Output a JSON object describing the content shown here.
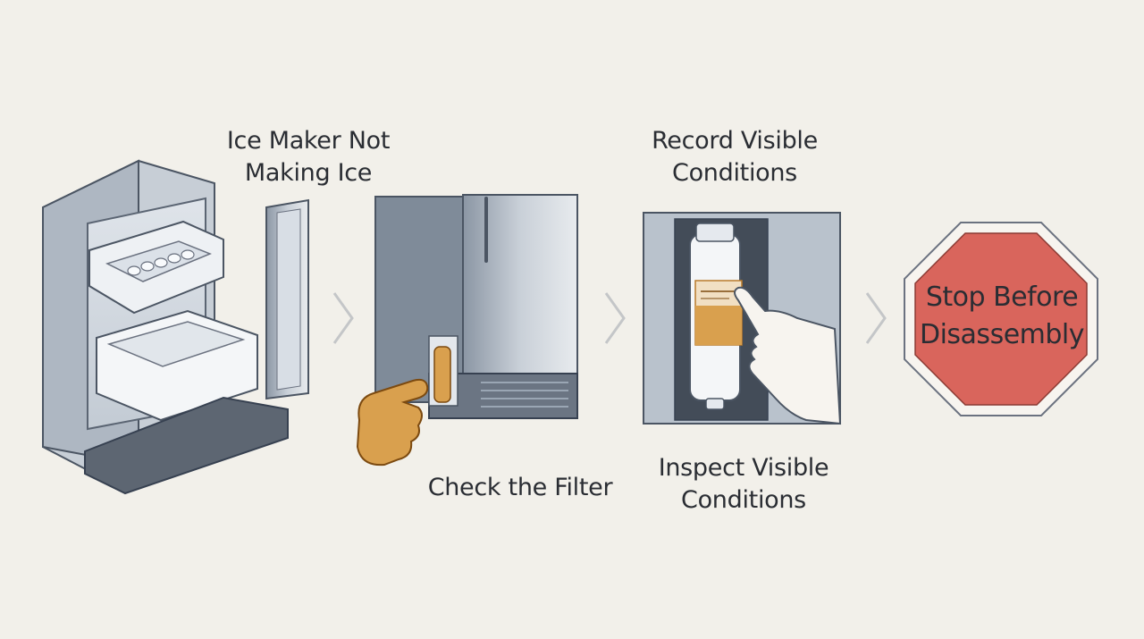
{
  "steps": [
    {
      "id": "step-ice-maker",
      "title_lines": [
        "Ice Maker Not",
        "Making Ice"
      ]
    },
    {
      "id": "step-check-filter",
      "caption": "Check the Filter"
    },
    {
      "id": "step-record",
      "title_lines": [
        "Record Visible",
        "Conditions"
      ],
      "caption_lines": [
        "Inspect Visible",
        "Conditions"
      ]
    },
    {
      "id": "step-stop",
      "sign_lines": [
        "Stop Before",
        "Disassembly"
      ]
    }
  ],
  "colors": {
    "background": "#f2f0ea",
    "stop_sign": "#d9655c",
    "hand": "#d9a04e",
    "filter_label": "#d9a04e",
    "steel": "#9aa6b4",
    "ink": "#2a2d33"
  },
  "icons": [
    "chevron-right-icon",
    "pointing-hand-icon",
    "stop-sign-icon"
  ]
}
